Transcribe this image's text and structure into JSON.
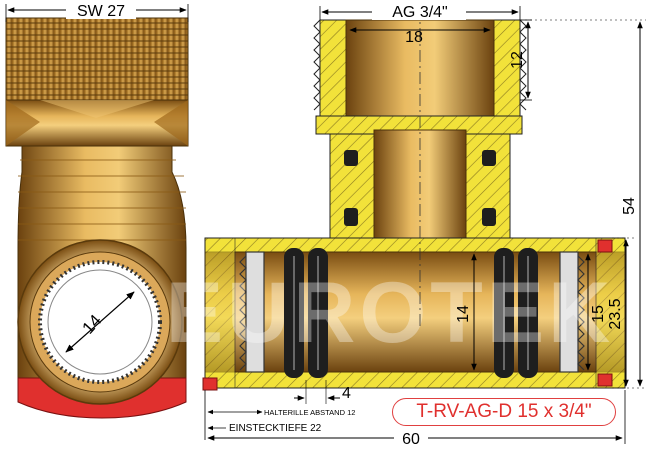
{
  "dimensions": {
    "sw": "SW 27",
    "ag": "AG 3/4\"",
    "bore_top": "18",
    "thread_len": "12",
    "height_total": "54",
    "height_side": "23.5",
    "pipe_left": "14",
    "pipe_right": "15",
    "gap": "4",
    "end_diam": "14",
    "length_total": "60"
  },
  "notes": {
    "groove_distance": "HALTERILLE ABSTAND 12",
    "insertion_depth": "EINSTECKTIEFE 22"
  },
  "product_code": "T-RV-AG-D 15 x 3/4\"",
  "watermark": "EUROTEK",
  "colors": {
    "brass": "#c8902f",
    "brass_dark": "#8a5a14",
    "section_yellow": "#f2e23a",
    "accent_red": "#e0302e",
    "oring_black": "#1e1e1e"
  }
}
